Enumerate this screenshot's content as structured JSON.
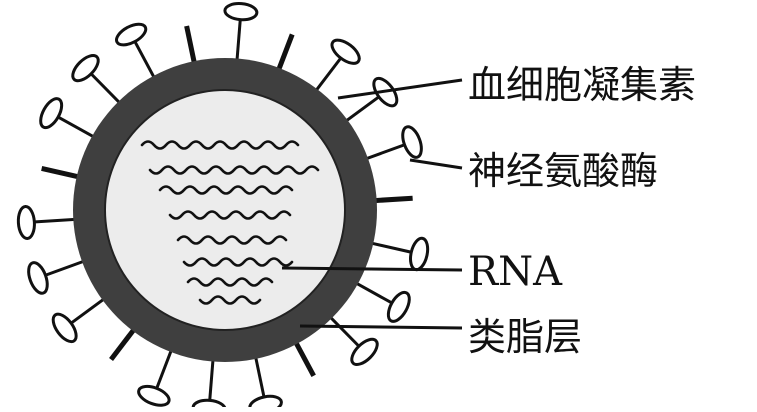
{
  "labels": {
    "hemagglutinin": "血细胞凝集素",
    "neuraminidase": "神经氨酸酶",
    "rna": "RNA",
    "lipid_layer": "类脂层"
  },
  "colors": {
    "envelope": "#3f3f3f",
    "core": "#ececec",
    "line": "#111111",
    "background": "#ffffff"
  }
}
